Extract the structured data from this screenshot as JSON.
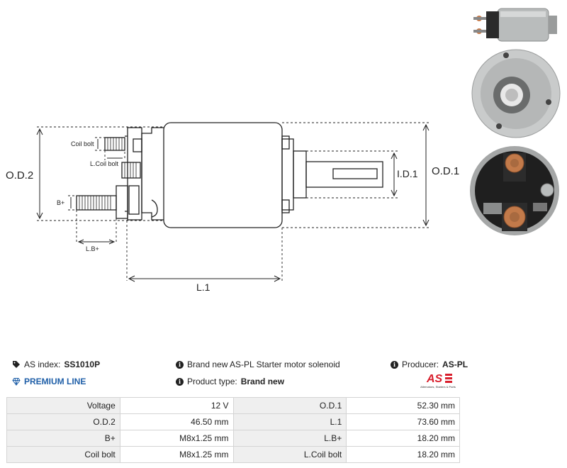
{
  "drawing": {
    "labels": {
      "od2": "O.D.2",
      "od1": "O.D.1",
      "id1": "I.D.1",
      "l1": "L.1",
      "coil_bolt": "Coil bolt",
      "l_coil_bolt": "L.Coil bolt",
      "b_plus": "B+",
      "l_b_plus": "L.B+"
    }
  },
  "info": {
    "as_index_label": "AS index:",
    "as_index_value": "SS1010P",
    "premium": "PREMIUM LINE",
    "description": "Brand new AS-PL Starter motor solenoid",
    "product_type_label": "Product type:",
    "product_type_value": "Brand new",
    "producer_label": "Producer:",
    "producer_value": "AS-PL",
    "logo_text": "AS",
    "logo_sub": "Alternators, Starters & Parts"
  },
  "specs": [
    {
      "l1": "Voltage",
      "v1": "12 V",
      "l2": "O.D.1",
      "v2": "52.30 mm"
    },
    {
      "l1": "O.D.2",
      "v1": "46.50 mm",
      "l2": "L.1",
      "v2": "73.60 mm"
    },
    {
      "l1": "B+",
      "v1": "M8x1.25 mm",
      "l2": "L.B+",
      "v2": "18.20 mm"
    },
    {
      "l1": "Coil bolt",
      "v1": "M8x1.25 mm",
      "l2": "L.Coil bolt",
      "v2": "18.20 mm"
    }
  ],
  "colors": {
    "accent_blue": "#1f5fa8",
    "logo_red": "#d81e2c",
    "table_label_bg": "#efefef",
    "line": "#222222"
  }
}
